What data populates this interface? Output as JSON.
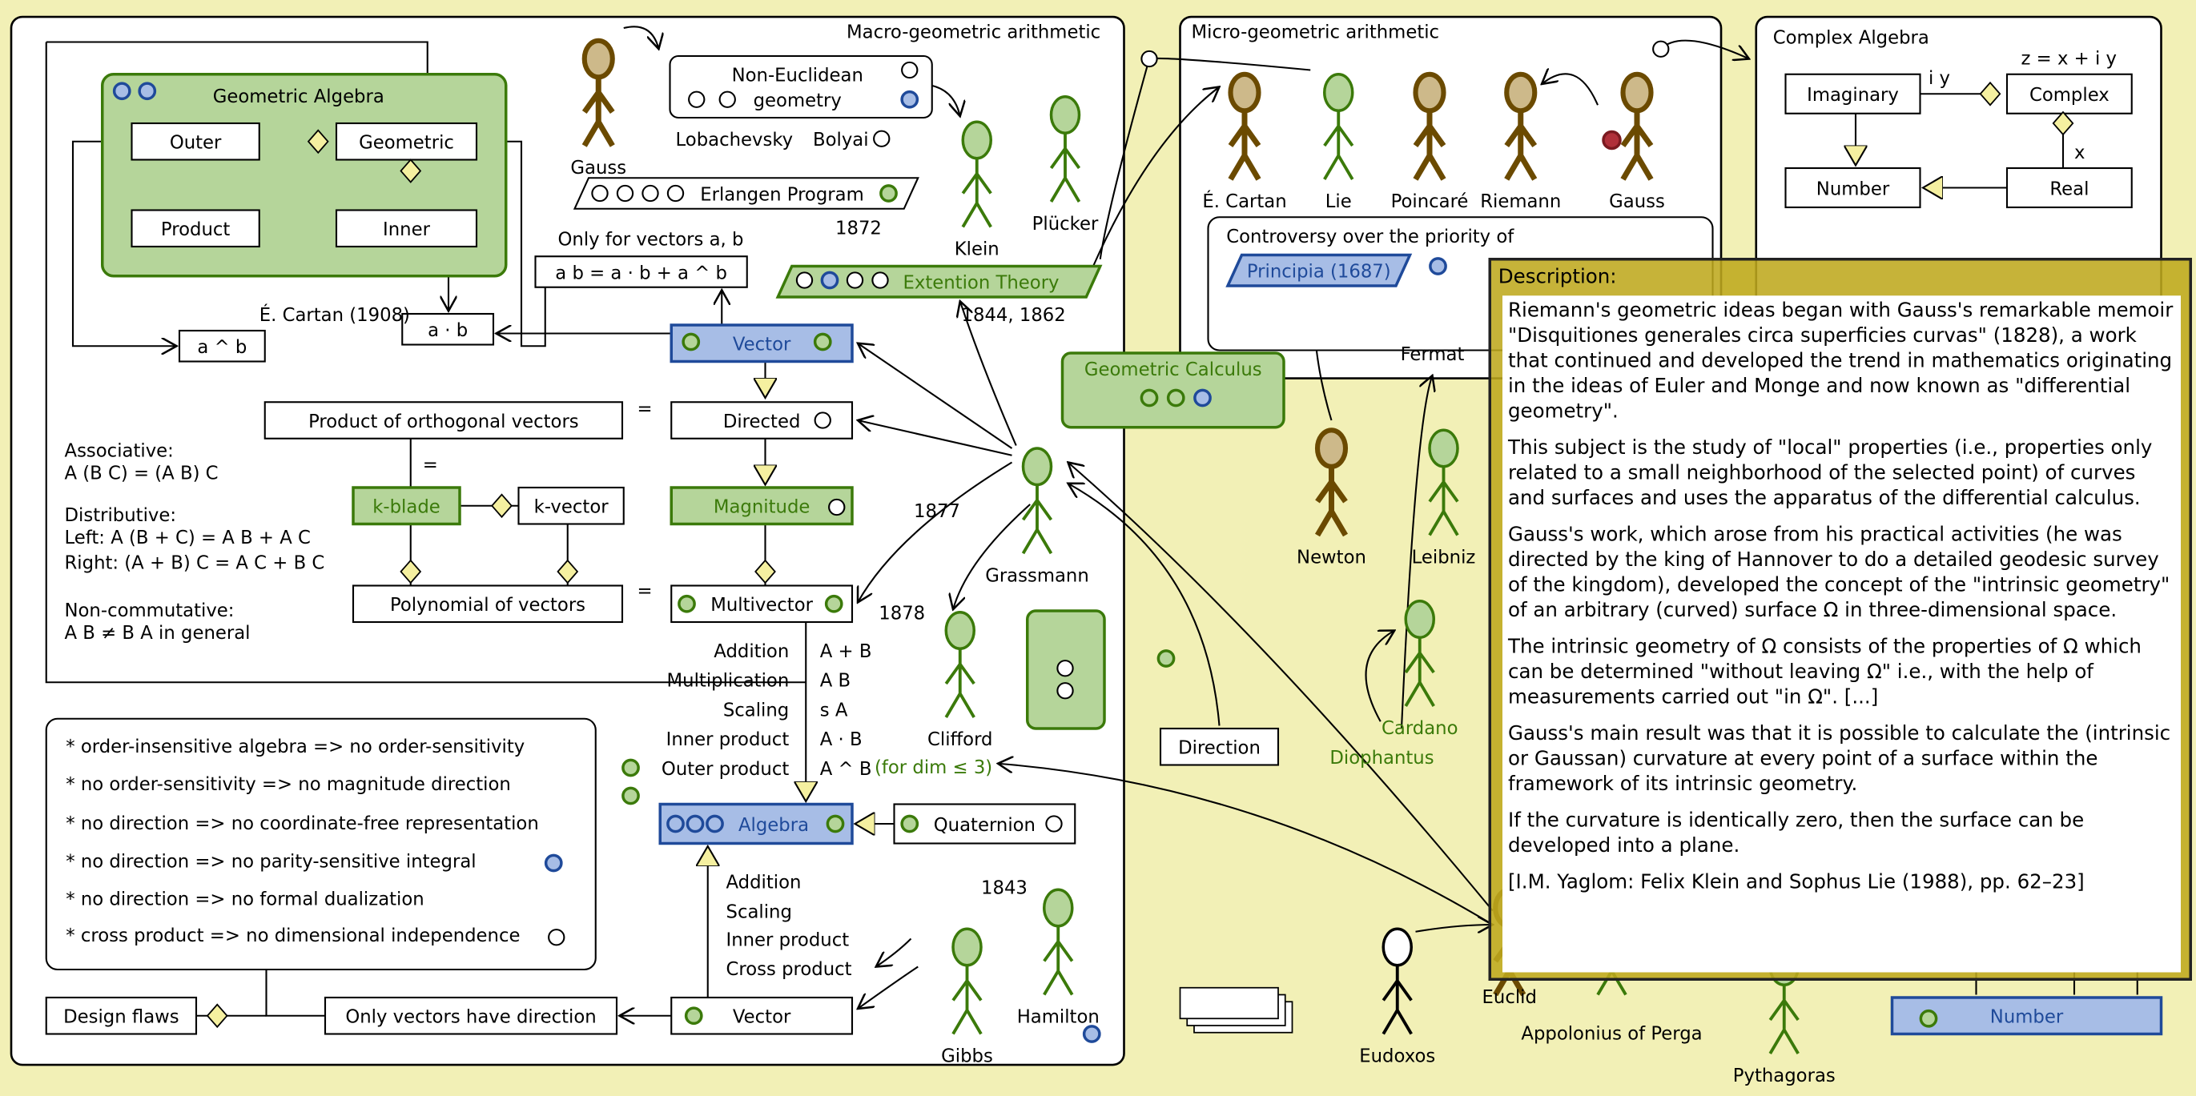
{
  "colors": {
    "background": "#f2f0b6",
    "green_fill": "#b5d59a",
    "green_stroke": "#3b7a0a",
    "blue_fill": "#a7bde6",
    "blue_stroke": "#1f4a9a",
    "brown": "#6b4a00",
    "brown_head": "#cdb98a",
    "diamond": "#f5f0a0",
    "overlay": "#bea81e",
    "red": "#b0303a"
  },
  "macro": {
    "title": "Macro-geometric arithmetic",
    "ga_title": "Geometric Algebra",
    "outer": "Outer",
    "geometric": "Geometric",
    "product": "Product",
    "inner": "Inner",
    "only_for_vectors": "Only for vectors a, b",
    "formula": "a b = a · b + a ^ b",
    "cartan_1908": "É. Cartan (1908)",
    "wedge": "a ^ b",
    "dot": "a · b",
    "vector": "Vector",
    "directed": "Directed",
    "product_orthogonal": "Product of orthogonal  vectors",
    "eq1": "=",
    "eq2": "=",
    "eq3": "=",
    "k_blade": "k-blade",
    "k_vector": "k-vector",
    "magnitude": "Magnitude",
    "polynomial": "Polynomial of vectors",
    "multivector": "Multivector",
    "rules": [
      "Associative:",
      "A (B C) = (A B) C",
      "Distributive:",
      "Left:    A (B + C) = A B + A C",
      "Right: (A + B) C = A C + B C",
      "Non-commutative:",
      "A B ≠ B A in general"
    ],
    "operations": [
      {
        "name": "Addition",
        "expr": "A + B"
      },
      {
        "name": "Multiplication",
        "expr": "A B"
      },
      {
        "name": "Scaling",
        "expr": "s A"
      },
      {
        "name": "Inner product",
        "expr": "A · B"
      },
      {
        "name": "Outer product",
        "expr": "A ^ B"
      }
    ],
    "dim_note": "(for dim ≤ 3)",
    "algebra": "Algebra",
    "quaternion": "Quaternion",
    "quaternion_ops": [
      "Addition",
      "Scaling",
      "Inner product",
      "Cross product"
    ],
    "design_flaws_list": [
      "* order-insensitive algebra => no order-sensitivity",
      "* no order-sensitivity => no magnitude direction",
      "* no direction => no coordinate-free representation",
      "* no direction => no parity-sensitive integral",
      "* no direction => no formal dualization",
      "* cross product => no dimensional independence"
    ],
    "design_flaws": "Design flaws",
    "only_vectors_direction": "Only vectors have direction",
    "vector_bottom": "Vector",
    "non_euclidean_1": "Non-Euclidean",
    "non_euclidean_2": "geometry",
    "lobachevsky": "Lobachevsky",
    "bolyai": "Bolyai",
    "erlangen": "Erlangen Program",
    "year_1872": "1872",
    "extention": "Extention Theory",
    "extention_years": "1844, 1862",
    "year_1877": "1877",
    "year_1878": "1878",
    "year_1843": "1843"
  },
  "people": {
    "gauss": "Gauss",
    "klein": "Klein",
    "plucker": "Plücker",
    "grassmann": "Grassmann",
    "clifford": "Clifford",
    "gibbs": "Gibbs",
    "hamilton": "Hamilton",
    "cartan": "É. Cartan",
    "lie": "Lie",
    "poincare": "Poincaré",
    "riemann": "Riemann",
    "gauss2": "Gauss",
    "newton": "Newton",
    "leibniz": "Leibniz",
    "cardano": "Cardano",
    "diophantus": "Diophantus",
    "eudoxos": "Eudoxos",
    "euclid": "Euclid",
    "appolonius": "Appolonius of Perga",
    "pythagoras": "Pythagoras",
    "fermat": "Fermat"
  },
  "geometric_calculus": "Geometric Calculus",
  "direction": "Direction",
  "micro": {
    "title": "Micro-geometric arithmetic",
    "controversy": "Controversy over the priority of",
    "principia": "Principia (1687)"
  },
  "complex": {
    "title": "Complex Algebra",
    "formula": "z = x + i y",
    "imaginary": "Imaginary",
    "complex": "Complex",
    "iy": "i y",
    "x": "x",
    "number": "Number",
    "real": "Real",
    "number_bottom": "Number"
  },
  "description": {
    "title": "Description:",
    "paragraphs": [
      "Riemann's geometric ideas began with Gauss's remarkable memoir \"Disquitiones generales circa superficies curvas\" (1828), a work that continued and developed the trend in mathematics originating in the ideas of Euler and Monge and now known as \"differential geometry\".",
      "This subject is the study of \"local\" properties (i.e., properties only related to a small neighborhood of the selected point) of curves and surfaces and uses the apparatus of the differential calculus.",
      "Gauss's work, which arose from his practical activities (he was directed by the king of Hannover to do a detailed geodesic survey of the kingdom), developed the concept of the \"intrinsic geometry\" of an arbitrary (curved) surface Ω in three-dimensional space.",
      "The intrinsic geometry of Ω consists of the properties of Ω which can be determined \"without leaving Ω\" i.e., with the help of measurements carried out \"in Ω\". [...]",
      "Gauss's main result was that it is possible to calculate the (intrinsic or Gaussan) curvature at every point of a surface within the framework of its intrinsic geometry.",
      "If the curvature is identically zero, then the surface can be developed into a plane.",
      "[I.M. Yaglom: Felix Klein and Sophus Lie (1988), pp. 62–23]"
    ]
  }
}
